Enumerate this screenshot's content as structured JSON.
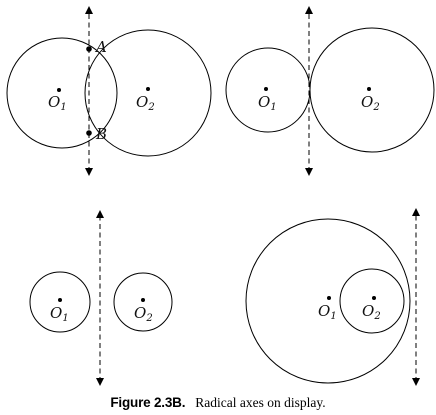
{
  "panels": [
    {
      "id": "intersecting",
      "center_labels": [
        {
          "name": "O",
          "sub": "1"
        },
        {
          "name": "O",
          "sub": "2"
        }
      ],
      "point_labels": [
        "A",
        "B"
      ]
    },
    {
      "id": "tangent",
      "center_labels": [
        {
          "name": "O",
          "sub": "1"
        },
        {
          "name": "O",
          "sub": "2"
        }
      ]
    },
    {
      "id": "disjoint",
      "center_labels": [
        {
          "name": "O",
          "sub": "1"
        },
        {
          "name": "O",
          "sub": "2"
        }
      ]
    },
    {
      "id": "nested",
      "center_labels": [
        {
          "name": "O",
          "sub": "1"
        },
        {
          "name": "O",
          "sub": "2"
        }
      ]
    }
  ],
  "caption": {
    "number": "Figure 2.3B.",
    "text": "Radical axes on display."
  }
}
